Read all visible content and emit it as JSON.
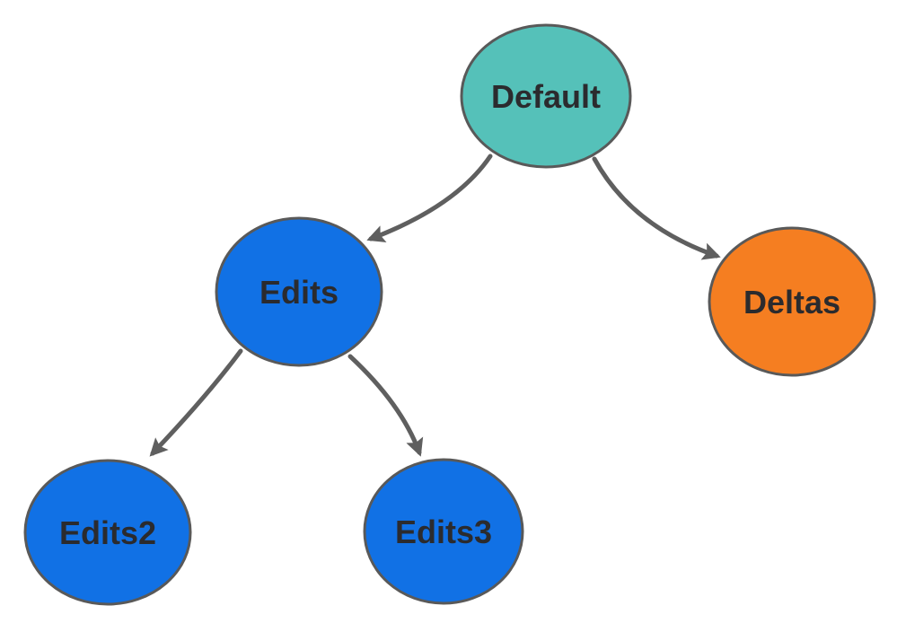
{
  "diagram": {
    "type": "tree",
    "background_color": "#ffffff",
    "colors": {
      "edge": "#5f5f5f",
      "node_border": "#595959",
      "label_text": "#2b2b2e",
      "teal": "#55c1b9",
      "blue": "#1171e5",
      "orange": "#f57e21"
    },
    "nodes": [
      {
        "id": "default",
        "label": "Default",
        "color": "#55c1b9",
        "shape": "ellipse"
      },
      {
        "id": "edits",
        "label": "Edits",
        "color": "#1171e5",
        "shape": "ellipse"
      },
      {
        "id": "deltas",
        "label": "Deltas",
        "color": "#f57e21",
        "shape": "ellipse"
      },
      {
        "id": "edits2",
        "label": "Edits2",
        "color": "#1171e5",
        "shape": "ellipse"
      },
      {
        "id": "edits3",
        "label": "Edits3",
        "color": "#1171e5",
        "shape": "ellipse"
      }
    ],
    "edges": [
      {
        "from": "Default",
        "to": "Edits",
        "style": "curved-arrow"
      },
      {
        "from": "Default",
        "to": "Deltas",
        "style": "curved-arrow"
      },
      {
        "from": "Edits",
        "to": "Edits2",
        "style": "curved-arrow"
      },
      {
        "from": "Edits",
        "to": "Edits3",
        "style": "curved-arrow"
      }
    ]
  }
}
